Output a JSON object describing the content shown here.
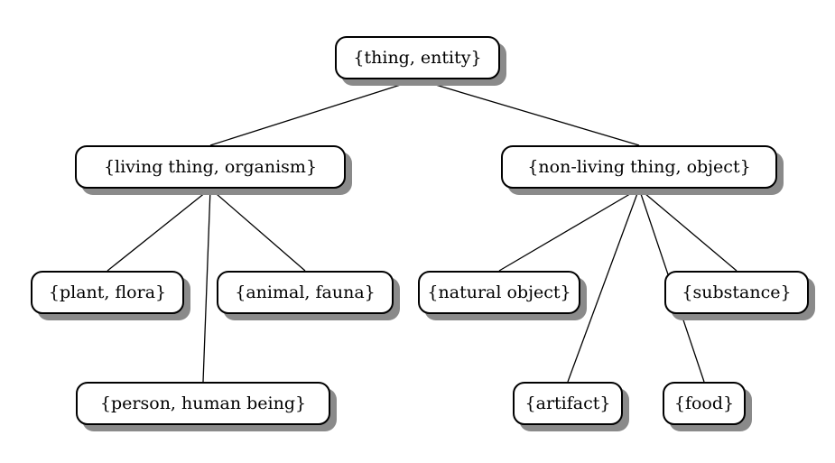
{
  "diagram": {
    "nodes": [
      {
        "id": "thing",
        "label": "{thing, entity}"
      },
      {
        "id": "living",
        "label": "{living thing, organism}"
      },
      {
        "id": "nonliving",
        "label": "{non-living thing, object}"
      },
      {
        "id": "plant",
        "label": "{plant, flora}"
      },
      {
        "id": "animal",
        "label": "{animal, fauna}"
      },
      {
        "id": "person",
        "label": "{person, human being}"
      },
      {
        "id": "natural",
        "label": "{natural object}"
      },
      {
        "id": "substance",
        "label": "{substance}"
      },
      {
        "id": "artifact",
        "label": "{artifact}"
      },
      {
        "id": "food",
        "label": "{food}"
      }
    ],
    "edges": [
      {
        "from": "thing",
        "to": "living"
      },
      {
        "from": "thing",
        "to": "nonliving"
      },
      {
        "from": "living",
        "to": "plant"
      },
      {
        "from": "living",
        "to": "animal"
      },
      {
        "from": "living",
        "to": "person"
      },
      {
        "from": "nonliving",
        "to": "natural"
      },
      {
        "from": "nonliving",
        "to": "substance"
      },
      {
        "from": "nonliving",
        "to": "artifact"
      },
      {
        "from": "nonliving",
        "to": "food"
      }
    ]
  }
}
